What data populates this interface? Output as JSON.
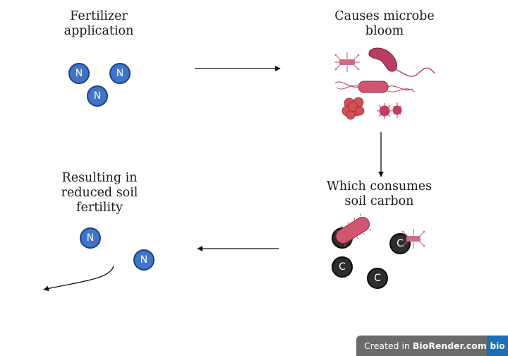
{
  "labels": {
    "top_left": "Fertilizer\napplication",
    "top_right": "Causes microbe\nbloom",
    "bottom_right": "Which consumes\nsoil carbon",
    "bottom_left": "Resulting in\nreduced soil\nfertility"
  },
  "atoms": {
    "nitrogen": "N",
    "carbon": "C"
  },
  "colors": {
    "nitrogen_fill": "#3f74c8",
    "carbon_fill": "#2d2d2d",
    "microbe": "#c24a6a",
    "arrow": "#111111",
    "badge": "#6b6b6b",
    "badge_logo": "#1d6fb8"
  },
  "badge": {
    "prefix": "Created in ",
    "brand": "BioRender.com",
    "logo": "bio"
  }
}
